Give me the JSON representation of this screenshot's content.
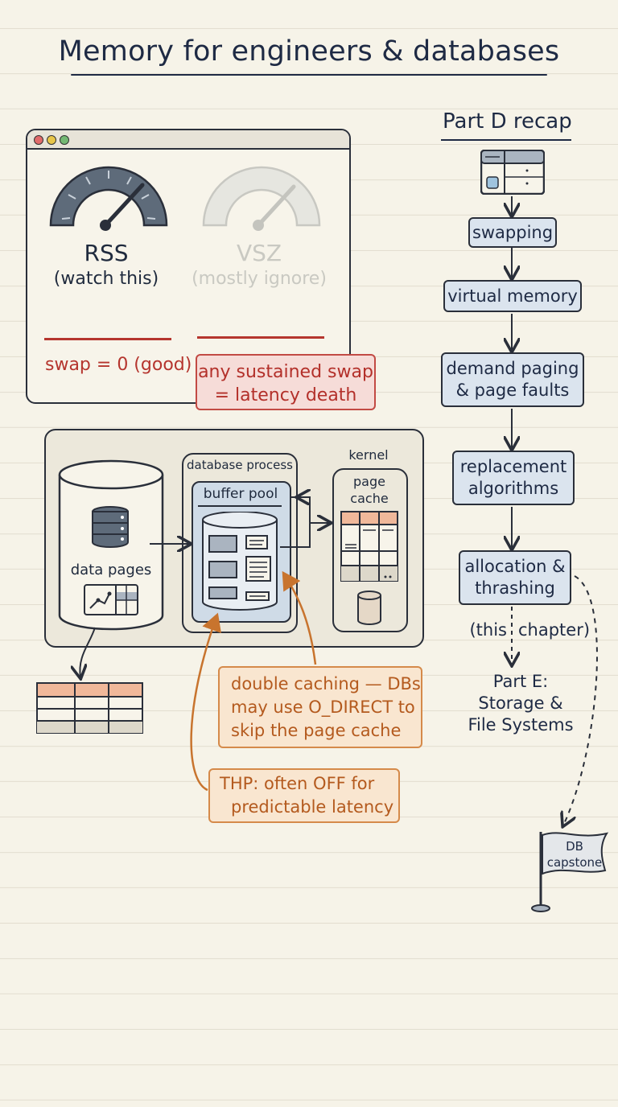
{
  "title": "Memory for engineers & databases",
  "monitor": {
    "gauges": [
      {
        "label": "RSS",
        "sub": "(watch this)"
      },
      {
        "label": "VSZ",
        "sub": "(mostly ignore)"
      }
    ],
    "swap_good": "swap = 0 (good)",
    "swap_warning": {
      "line1": "any sustained swap",
      "line2": "= latency death"
    }
  },
  "db_diagram": {
    "data_pages_label": "data pages",
    "process_label": "database process",
    "buffer_pool_label": "buffer pool",
    "kernel_label": "kernel",
    "page_cache_label": {
      "line1": "page",
      "line2": "cache"
    }
  },
  "notes": {
    "double_caching": {
      "line1": "double caching — DBs",
      "line2": "may use O_DIRECT to",
      "line3": "skip the page cache"
    },
    "thp": {
      "line1": "THP: often OFF for",
      "line2": "predictable latency"
    }
  },
  "recap": {
    "title": "Part D recap",
    "steps": [
      {
        "line1": "swapping"
      },
      {
        "line1": "virtual memory"
      },
      {
        "line1": "demand paging",
        "line2": "& page faults"
      },
      {
        "line1": "replacement",
        "line2": "algorithms"
      },
      {
        "line1": "allocation &",
        "line2": "thrashing"
      }
    ],
    "this_chapter": {
      "left": "(this",
      "right": "chapter)"
    },
    "next": {
      "line1": "Part E:",
      "line2": "Storage &",
      "line3": "File Systems"
    },
    "capstone": {
      "line1": "DB",
      "line2": "capstone"
    }
  },
  "colors": {
    "ink": "#1e2a44",
    "warn_red": "#b5352e",
    "note_orange": "#b45a1e",
    "flow_fill": "#dbe4ee",
    "buffer_fill": "#cfdbe7",
    "table_header": "#f0b89a"
  }
}
